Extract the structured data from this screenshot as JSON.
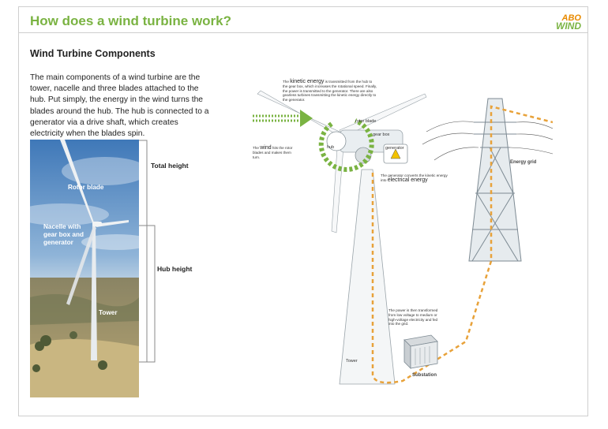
{
  "header": {
    "title": "How does a wind turbine work?",
    "logo_top": "ABO",
    "logo_bottom": "WIND"
  },
  "section": {
    "title": "Wind Turbine Components",
    "intro": "The main components of a wind turbine are the tower, nacelle and three blades attached to the hub. Put simply, the energy in the wind turns the blades around the hub. The hub is connected to a generator via a drive shaft, which creates electricity when the blades spin."
  },
  "photo": {
    "rotor_blade": "Rotor blade",
    "nacelle": "Nacelle with gear box and generator",
    "tower": "Tower",
    "total_height": "Total height",
    "hub_height": "Hub height"
  },
  "diagram": {
    "kinetic_pre": "The ",
    "kinetic_word": "kinetic energy",
    "kinetic_post": " is transmitted from the hub to the gear box, which increases the rotational speed. Finally, the power is transmitted to the generator. There are also gearless turbines transmitting the kinetic energy directly to the generator.",
    "wind_pre": "The ",
    "wind_word": "wind",
    "wind_post": " hits the rotor blades and makes them turn.",
    "generator_pre": "The generator converts the kinetic energy into ",
    "generator_word": "electrical energy",
    "substation_text": "The power is then transformed from low voltage to medium or high-voltage electricity and fed into the grid.",
    "label_rotor_blade": "rotor blade",
    "label_gear_box": "gear box",
    "label_generator": "generator",
    "label_hub": "hub",
    "label_tower": "Tower",
    "label_energy_grid": "Energy grid",
    "label_substation": "Substation"
  },
  "colors": {
    "accent_green": "#7ab342",
    "accent_orange": "#e88a00",
    "flow_orange": "#e8a23a"
  }
}
